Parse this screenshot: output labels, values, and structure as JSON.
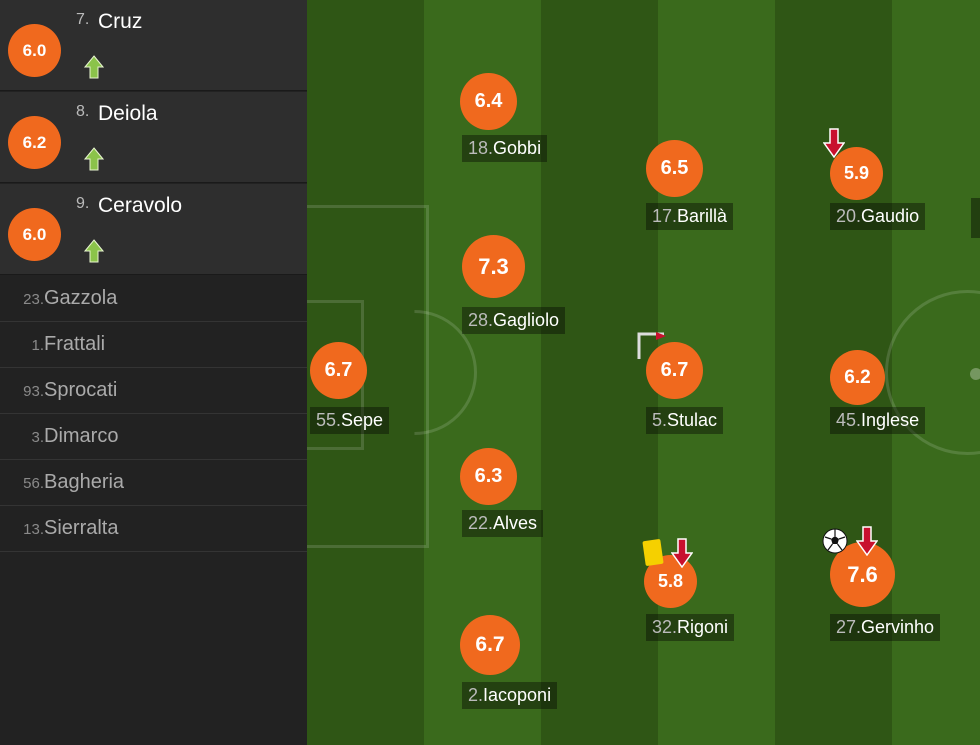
{
  "substitutes_in": [
    {
      "number": "7.",
      "name": "Cruz",
      "rating": "6.0"
    },
    {
      "number": "8.",
      "name": "Deiola",
      "rating": "6.2"
    },
    {
      "number": "9.",
      "name": "Ceravolo",
      "rating": "6.0"
    }
  ],
  "bench": [
    {
      "number": "23.",
      "name": "Gazzola"
    },
    {
      "number": "1.",
      "name": "Frattali"
    },
    {
      "number": "93.",
      "name": "Sprocati"
    },
    {
      "number": "3.",
      "name": "Dimarco"
    },
    {
      "number": "56.",
      "name": "Bagheria"
    },
    {
      "number": "13.",
      "name": "Sierralta"
    }
  ],
  "players": [
    {
      "number": "55.",
      "name": "Sepe",
      "rating": "6.7"
    },
    {
      "number": "18.",
      "name": "Gobbi",
      "rating": "6.4"
    },
    {
      "number": "28.",
      "name": "Gagliolo",
      "rating": "7.3"
    },
    {
      "number": "22.",
      "name": "Alves",
      "rating": "6.3"
    },
    {
      "number": "2.",
      "name": "Iacoponi",
      "rating": "6.7"
    },
    {
      "number": "17.",
      "name": "Barillà",
      "rating": "6.5"
    },
    {
      "number": "5.",
      "name": "Stulac",
      "rating": "6.7"
    },
    {
      "number": "32.",
      "name": "Rigoni",
      "rating": "5.8"
    },
    {
      "number": "20.",
      "name": "Gaudio",
      "rating": "5.9"
    },
    {
      "number": "45.",
      "name": "Inglese",
      "rating": "6.2"
    },
    {
      "number": "27.",
      "name": "Gervinho",
      "rating": "7.6"
    }
  ],
  "colors": {
    "rating_badge": "#f0691e",
    "sub_in_arrow": "#8bc34a",
    "sub_out_arrow": "#c8102e",
    "yellow_card": "#f5d000"
  }
}
